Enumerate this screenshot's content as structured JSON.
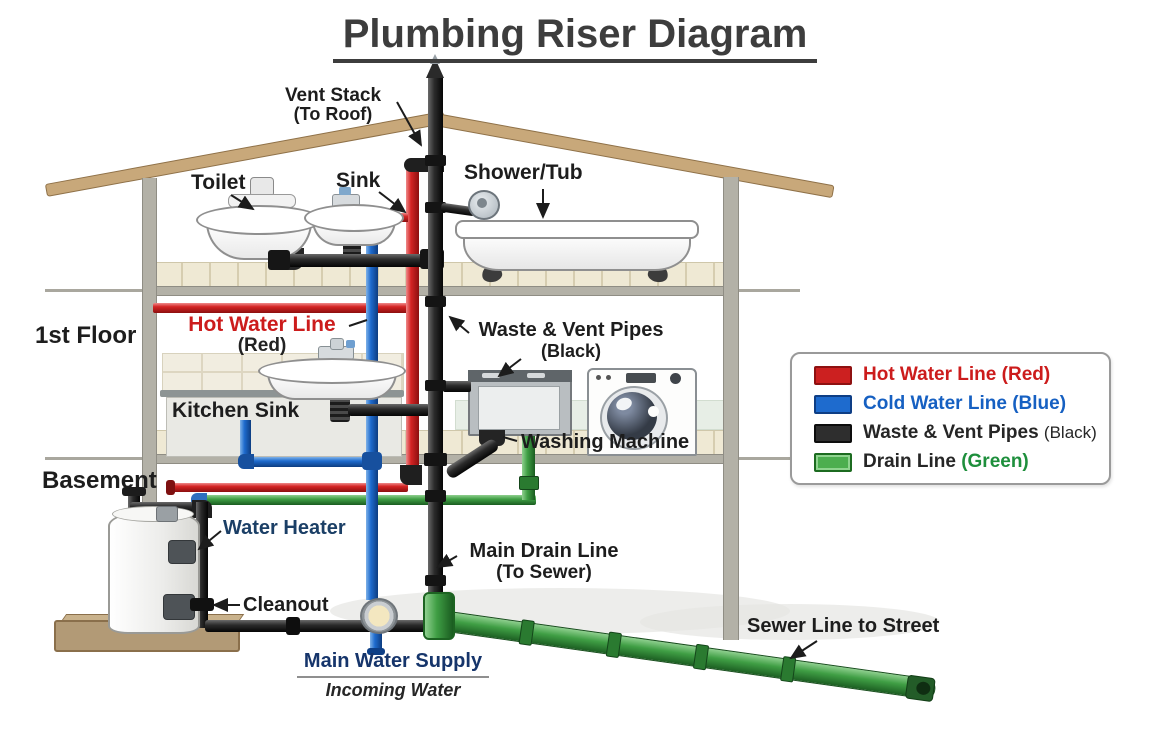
{
  "title": "Plumbing Riser Diagram",
  "labels": {
    "vent_stack": {
      "line1": "Vent Stack",
      "line2": "(To Roof)"
    },
    "toilet": "Toilet",
    "sink": "Sink",
    "shower_tub": "Shower/Tub",
    "first_floor": "1st Floor",
    "hot_water": {
      "line1": "Hot Water Line",
      "line2": "(Red)"
    },
    "waste_vent": {
      "line1": "Waste & Vent Pipes",
      "line2": "(Black)"
    },
    "kitchen_sink": "Kitchen Sink",
    "washing_machine": "Washing Machine",
    "basement": "Basement",
    "water_heater": "Water Heater",
    "cleanout": "Cleanout",
    "main_drain": {
      "line1": "Main Drain Line",
      "line2": "(To Sewer)"
    },
    "main_water_supply": "Main Water Supply",
    "incoming_water": "Incoming Water",
    "sewer_line": "Sewer Line to Street"
  },
  "legend": {
    "items": [
      {
        "main": "Hot Water Line",
        "suffix": "(Red)",
        "color": "#cc1c1c"
      },
      {
        "main": "Cold Water Line",
        "suffix": "(Blue)",
        "color": "#1660c2"
      },
      {
        "main": "Waste & Vent Pipes",
        "suffix": "(Black)",
        "color": "#2e2e2e"
      },
      {
        "main": "Drain Line",
        "suffix": "(Green)",
        "color": "#3f9e44"
      }
    ]
  },
  "colors": {
    "hot_water_line": "#cc1c1c",
    "cold_water_line": "#1e6bce",
    "waste_vent_pipes": "#2b2b2b",
    "drain_line": "#3f9e44",
    "roof": "#c8a87a",
    "wall": "#b3b1a7",
    "title_text": "#3d3d3d"
  }
}
